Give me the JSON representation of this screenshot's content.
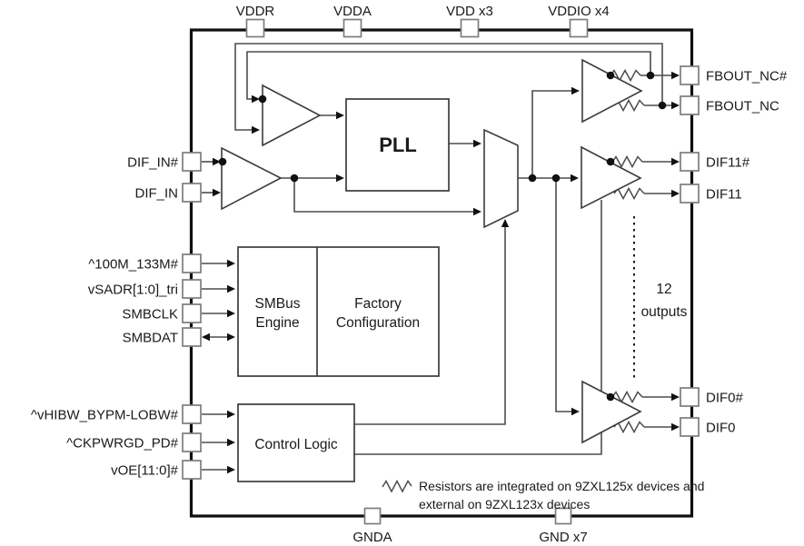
{
  "pins": {
    "top": [
      {
        "label": "VDDR"
      },
      {
        "label": "VDDA"
      },
      {
        "label": "VDD x3"
      },
      {
        "label": "VDDIO x4"
      }
    ],
    "bottom": [
      {
        "label": "GNDA"
      },
      {
        "label": "GND x7"
      }
    ],
    "left": [
      {
        "label": "DIF_IN#"
      },
      {
        "label": "DIF_IN"
      },
      {
        "label": "^100M_133M#"
      },
      {
        "label": "vSADR[1:0]_tri"
      },
      {
        "label": "SMBCLK"
      },
      {
        "label": "SMBDAT"
      },
      {
        "label": "^vHIBW_BYPM-LOBW#"
      },
      {
        "label": "^CKPWRGD_PD#"
      },
      {
        "label": "vOE[11:0]#"
      }
    ],
    "right": [
      {
        "label": "FBOUT_NC#"
      },
      {
        "label": "FBOUT_NC"
      },
      {
        "label": "DIF11#"
      },
      {
        "label": "DIF11"
      },
      {
        "label": "DIF0#"
      },
      {
        "label": "DIF0"
      }
    ]
  },
  "blocks": {
    "pll": {
      "label": "PLL"
    },
    "smbus_engine": {
      "line1": "SMBus",
      "line2": "Engine"
    },
    "factory_config": {
      "line1": "Factory",
      "line2": "Configuration"
    },
    "control_logic": {
      "label": "Control Logic"
    }
  },
  "annotations": {
    "output_count": {
      "line1": "12",
      "line2": "outputs"
    },
    "resistor_note": {
      "line1": "Resistors are integrated on 9ZXL125x devices and",
      "line2": "external on 9ZXL123x devices"
    }
  },
  "colors": {
    "line": "#4d4d4d",
    "arrow": "#111111",
    "text": "#1a1a1a",
    "chip_border": "#0f0f0f",
    "pin_border": "#7d7d7d",
    "background": "#ffffff"
  }
}
